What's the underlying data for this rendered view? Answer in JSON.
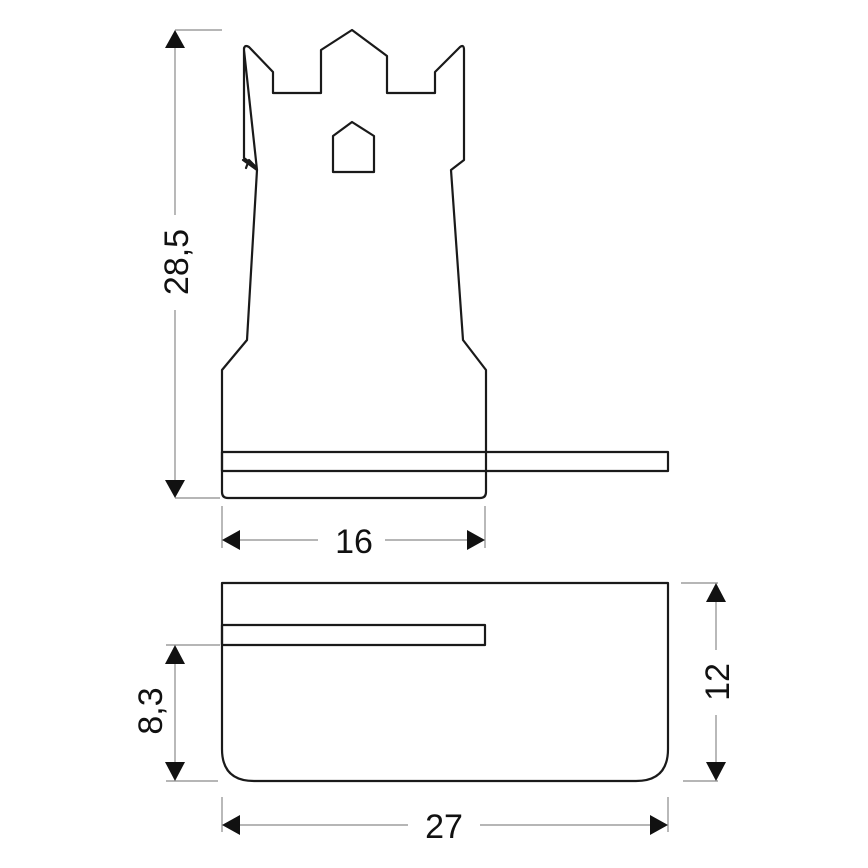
{
  "drawing": {
    "title": "Tower-shaped wall shelf – technical dimension drawing",
    "units": "cm",
    "colors": {
      "outline": "#1a1a1a",
      "dimension_line": "#8a8a8a",
      "arrow": "#111111",
      "background": "#ffffff"
    }
  },
  "front_view": {
    "height_label": "28,5",
    "width_label": "16",
    "features": [
      "battlements (3 merlons)",
      "arched window",
      "shelf bar protruding right"
    ]
  },
  "side_view": {
    "height_label": "12",
    "depth_label": "27",
    "slot_height_label": "8,3",
    "features": [
      "rounded bottom corners",
      "horizontal slot"
    ]
  }
}
